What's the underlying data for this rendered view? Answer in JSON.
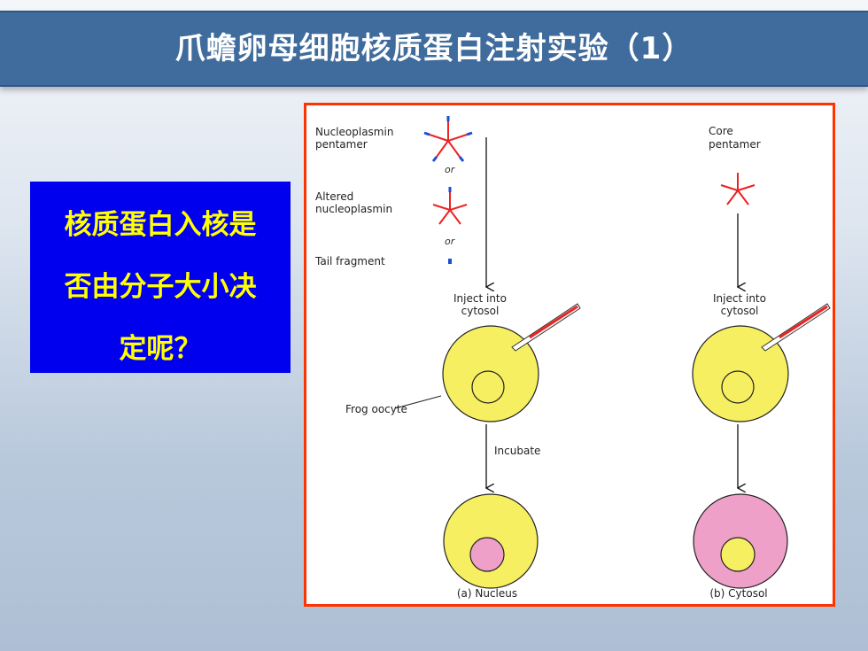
{
  "slide": {
    "title": "爪蟾卵母细胞核质蛋白注射实验（1）",
    "question_lines": [
      "核质蛋白入核是",
      "否由分子大小决",
      "定呢？"
    ]
  },
  "figure": {
    "left_column": {
      "item1_line1": "Nucleoplasmin",
      "item1_line2": "pentamer",
      "or1": "or",
      "item2_line1": "Altered",
      "item2_line2": "nucleoplasmin",
      "or2": "or",
      "item3": "Tail fragment",
      "inject_line1": "Inject into",
      "inject_line2": "cytosol",
      "oocyte_label": "Frog oocyte",
      "incubate": "Incubate",
      "result": "(a) Nucleus"
    },
    "right_column": {
      "item_line1": "Core",
      "item_line2": "pentamer",
      "inject_line1": "Inject into",
      "inject_line2": "cytosol",
      "result": "(b) Cytosol"
    }
  },
  "colors": {
    "title_bar": "#3f6c9c",
    "question_bg": "#0000ee",
    "question_text": "#ffff00",
    "figure_border": "#ff3300",
    "oocyte_yellow": "#f7ef62",
    "oocyte_pink": "#efa0c8",
    "star_red": "#ee2222",
    "tail_blue": "#1a4fd6"
  }
}
